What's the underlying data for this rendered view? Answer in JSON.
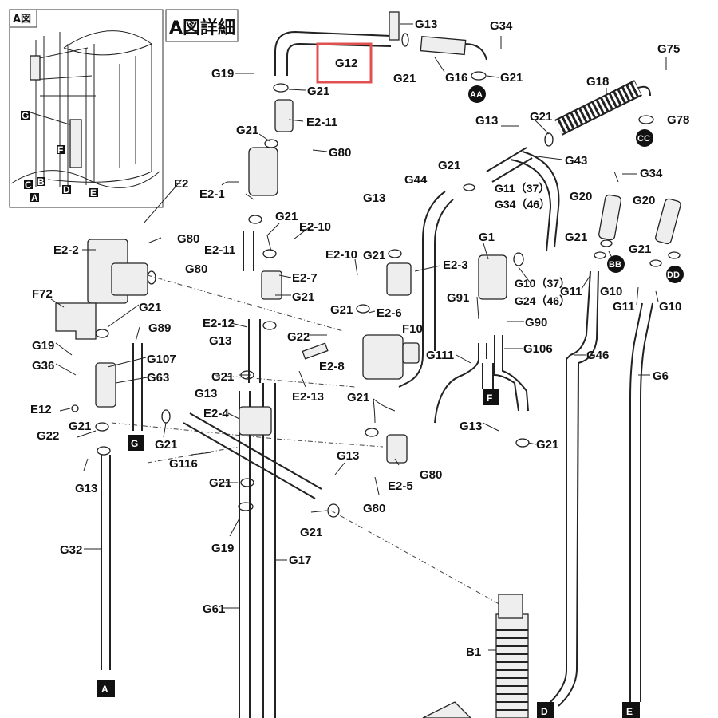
{
  "inset": {
    "title": "A図",
    "markers": [
      "G",
      "F",
      "C",
      "B",
      "A",
      "D",
      "E"
    ]
  },
  "detail_title": "A図詳細",
  "highlight": {
    "label": "G12",
    "color": "#e05050"
  },
  "labels": {
    "G13_top": "G13",
    "G34_top": "G34",
    "G19_top": "G19",
    "G21_a": "G21",
    "G21_b": "G21",
    "G16": "G16",
    "G21_c": "G21",
    "AA": "AA",
    "G75": "G75",
    "G18": "G18",
    "G21_d": "G21",
    "G78": "G78",
    "CC": "CC",
    "E2_11_top": "E2-11",
    "G21_e": "G21",
    "G80_a": "G80",
    "G13_b": "G13",
    "G21_f": "G21",
    "G43": "G43",
    "E2": "E2",
    "G44": "G44",
    "G11_37": "G11（37）",
    "G34_46": "G34（46）",
    "G34_b": "G34",
    "G20_a": "G20",
    "G20_b": "G20",
    "E2_1": "E2-1",
    "G21_g": "G21",
    "E2_10_a": "E2-10",
    "G13_c": "G13",
    "G80_b": "G80",
    "E2_11_b": "E2-11",
    "E2_2": "E2-2",
    "G21_h": "G21",
    "G1": "G1",
    "G21_i": "G21",
    "BB": "BB",
    "G21_j": "G21",
    "DD": "DD",
    "E2_3": "E2-3",
    "E2_10_b": "E2-10",
    "G80_c": "G80",
    "E2_7": "E2-7",
    "F72": "F72",
    "G21_k": "G21",
    "G21_l": "G21",
    "G10_37": "G10（37）",
    "G24_46": "G24（46）",
    "G10_a": "G10",
    "G11_a": "G11",
    "G11_b": "G11",
    "G10_b": "G10",
    "G91": "G91",
    "G90": "G90",
    "G21_m": "G21",
    "E2_6": "E2-6",
    "G89": "G89",
    "E2_12": "E2-12",
    "G22_a": "G22",
    "F10": "F10",
    "G19_b": "G19",
    "G13_d": "G13",
    "G111": "G111",
    "G106": "G106",
    "G46": "G46",
    "G36": "G36",
    "G107": "G107",
    "G63": "G63",
    "E2_8": "E2-8",
    "G6": "G6",
    "G21_n": "G21",
    "E2_13": "E2-13",
    "G13_e": "G13",
    "E12": "E12",
    "G21_o": "G21",
    "G22_b": "G22",
    "E2_4": "E2-4",
    "G21_p": "G21",
    "G13_f": "G13",
    "G21_q": "G21",
    "G21_r": "G21",
    "G116": "G116",
    "G13_g": "G13",
    "E2_5": "E2-5",
    "G80_d": "G80",
    "G13_h": "G13",
    "G21_s": "G21",
    "G80_e": "G80",
    "G21_t": "G21",
    "G32": "G32",
    "G19_c": "G19",
    "G17": "G17",
    "G61": "G61",
    "B1": "B1"
  },
  "pipe_markers": {
    "G": "G",
    "F": "F",
    "A": "A",
    "D": "D",
    "E": "E"
  }
}
